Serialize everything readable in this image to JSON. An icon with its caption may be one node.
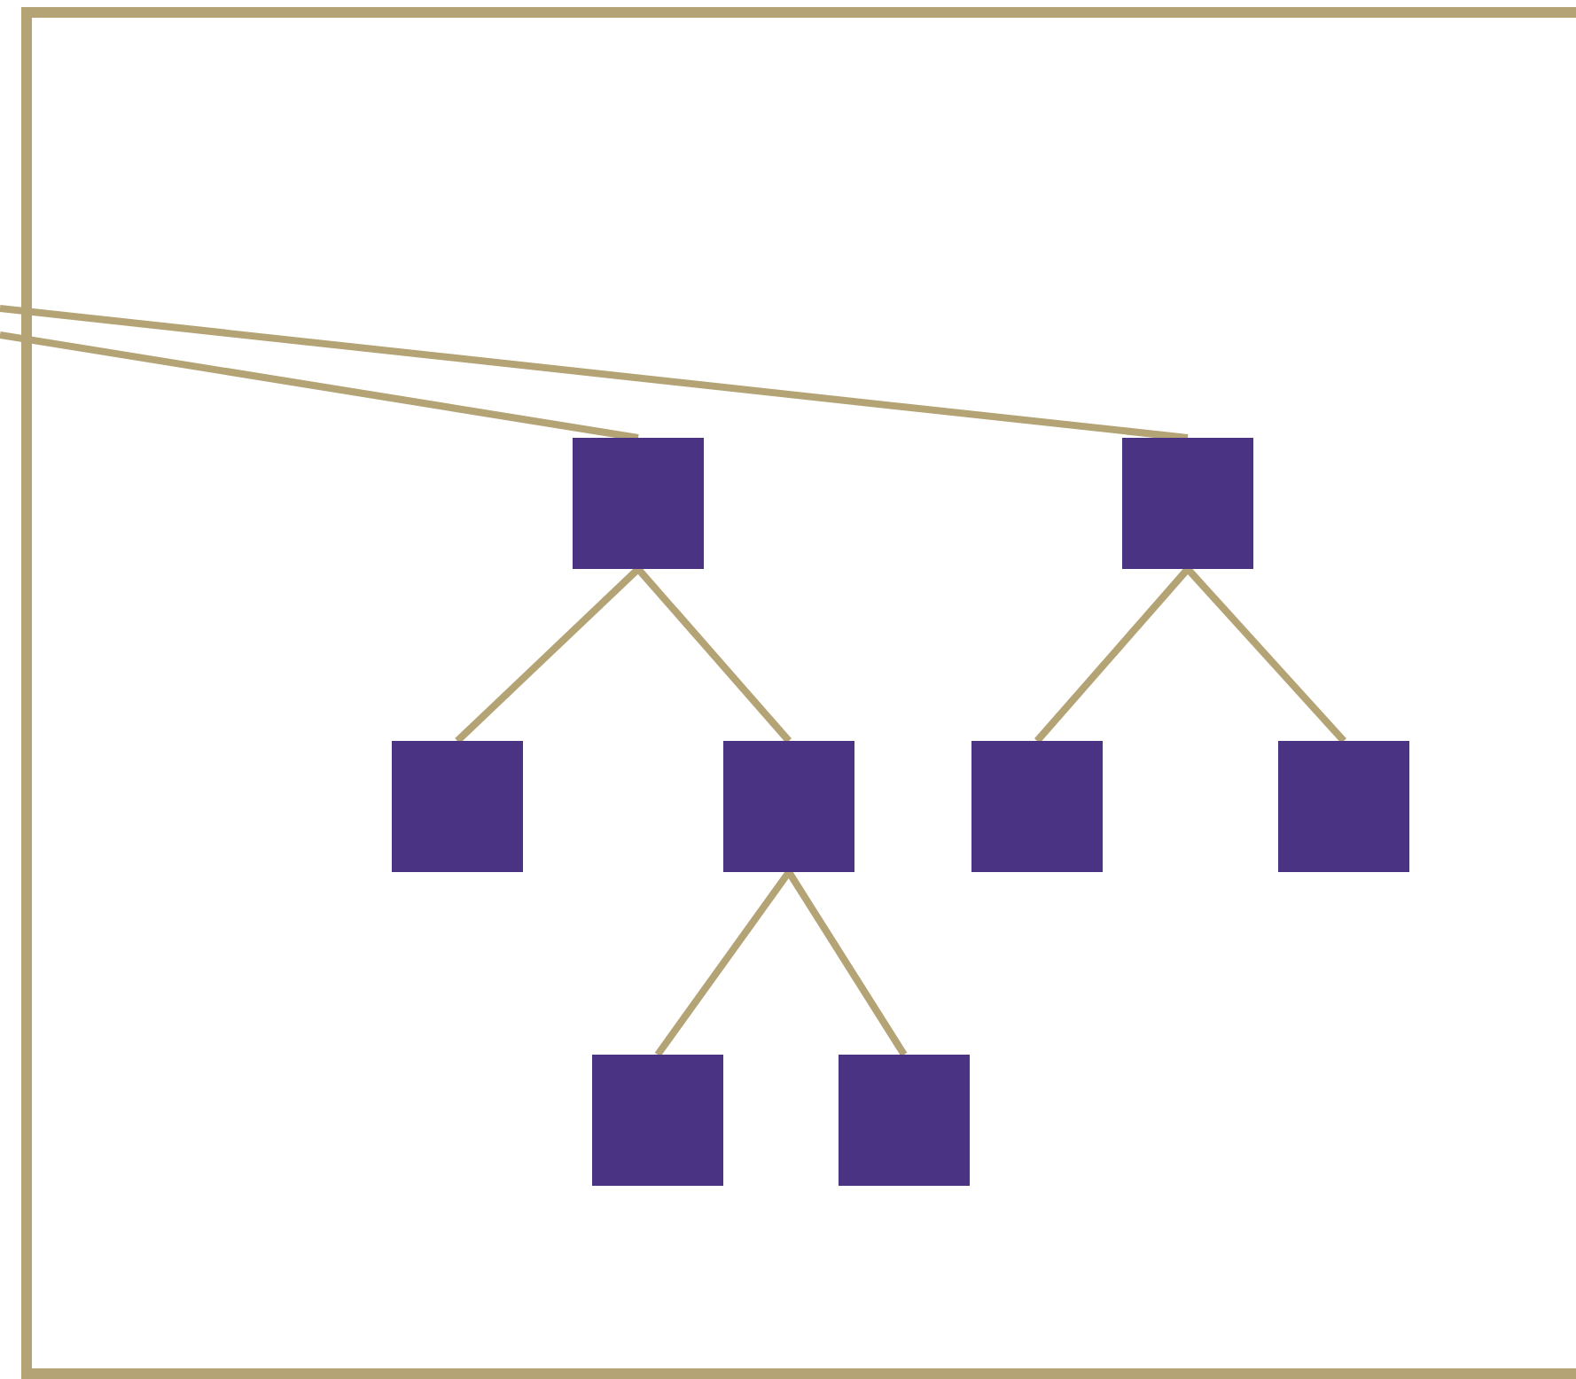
{
  "diagram": {
    "nodes": [
      {
        "text": [],
        "shape": "box"
      },
      {
        "text": [],
        "shape": "box"
      },
      {
        "text": [],
        "shape": "box"
      },
      {
        "text": [],
        "shape": "box"
      },
      {
        "text": [],
        "shape": "box"
      },
      {
        "text": [],
        "shape": "box"
      },
      {
        "text": [],
        "shape": "box"
      },
      {
        "text": [],
        "shape": "box"
      }
    ],
    "edges": [
      {
        "from": null,
        "to": 0,
        "arrow": "none"
      },
      {
        "from": null,
        "to": 1,
        "arrow": "none"
      },
      {
        "from": 0,
        "to": 2,
        "arrow": "none"
      },
      {
        "from": 0,
        "to": 3,
        "arrow": "none"
      },
      {
        "from": 1,
        "to": 4,
        "arrow": "none"
      },
      {
        "from": 1,
        "to": 5,
        "arrow": "none"
      },
      {
        "from": 3,
        "to": 6,
        "arrow": "none"
      },
      {
        "from": 3,
        "to": 7,
        "arrow": "none"
      }
    ]
  }
}
